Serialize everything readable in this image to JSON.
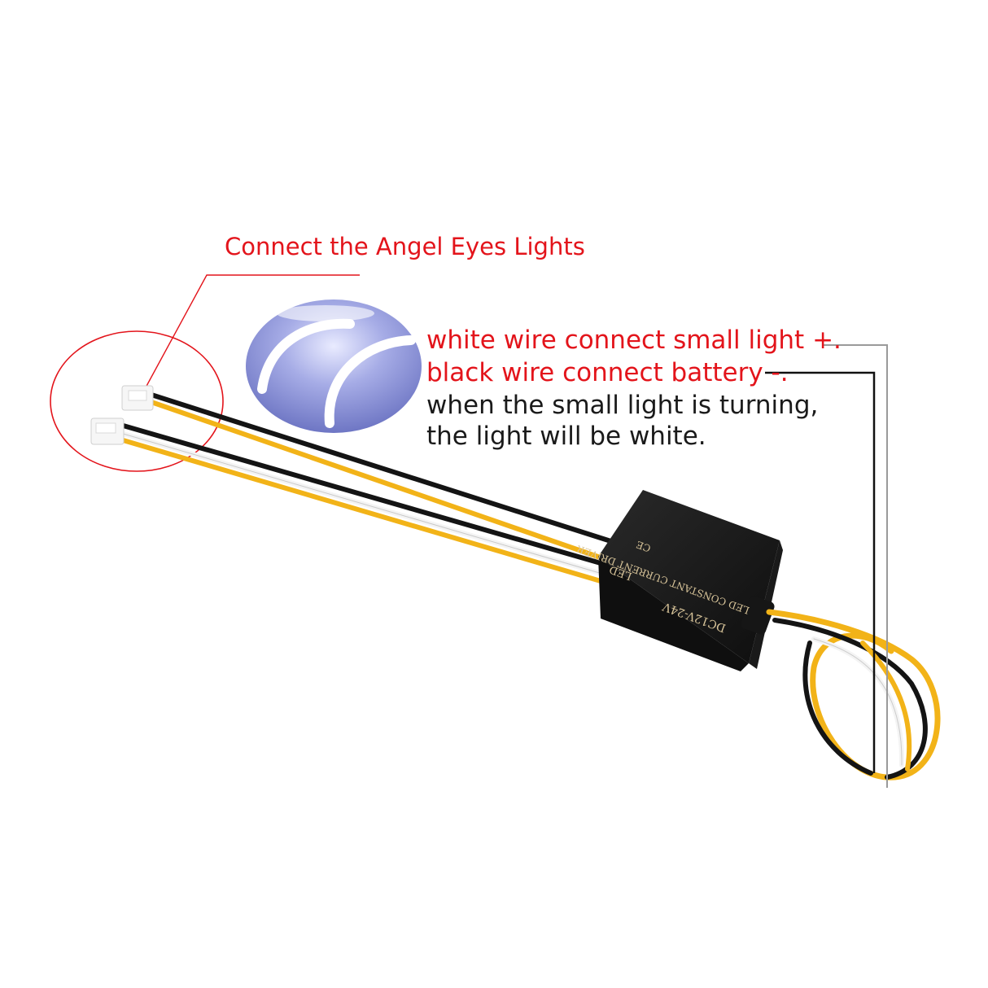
{
  "callout_title": "Connect the Angel Eyes Lights",
  "instructions": {
    "white_wire": "white wire connect small light +.",
    "black_wire": "black wire connect battery -.",
    "note_line_1": "when the small light is turning,",
    "note_line_2": "the light will be white."
  },
  "device_labels": {
    "ce_mark": "CE",
    "led_mark": "LED",
    "voltage": "DC12V-24V",
    "name": "LED CONSTANT CURRENT DRIVER"
  },
  "colors": {
    "callout_red": "#e3141b",
    "wire_yellow": "#f2b318",
    "wire_black": "#141414",
    "wire_white": "#f4f4f4",
    "box_body": "#1c1c1c",
    "angel_eye_glow": "#8f97d8"
  }
}
